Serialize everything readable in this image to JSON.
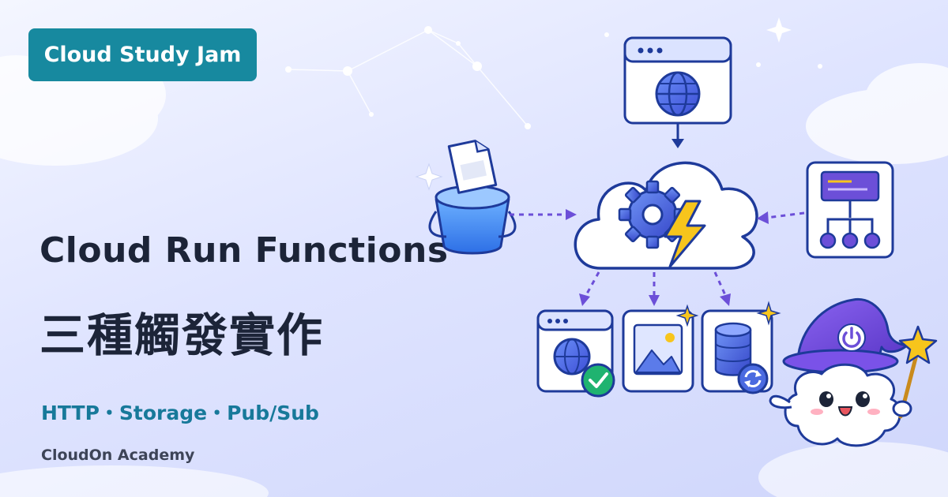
{
  "badge": {
    "label": "Cloud Study Jam"
  },
  "heading": {
    "title": "Cloud Run Functions",
    "subtitle": "三種觸發實作"
  },
  "tagline": "HTTP・Storage・Pub/Sub",
  "brand": "CloudOn Academy",
  "colors": {
    "badge_bg": "#17899f",
    "title_text": "#1c2438",
    "tagline_text": "#17799a",
    "icon_blue": "#1e3a9a",
    "icon_purple": "#6c4fd8",
    "lightning": "#f7c51c",
    "check_green": "#1fb370"
  },
  "icons": [
    "browser-globe-icon",
    "cloud-gear-lightning-icon",
    "storage-bucket-icon",
    "document-icon",
    "pubsub-topic-icon",
    "browser-check-icon",
    "image-icon",
    "database-sync-icon",
    "wizard-cloud-mascot-icon",
    "star-wand-icon",
    "power-icon"
  ]
}
